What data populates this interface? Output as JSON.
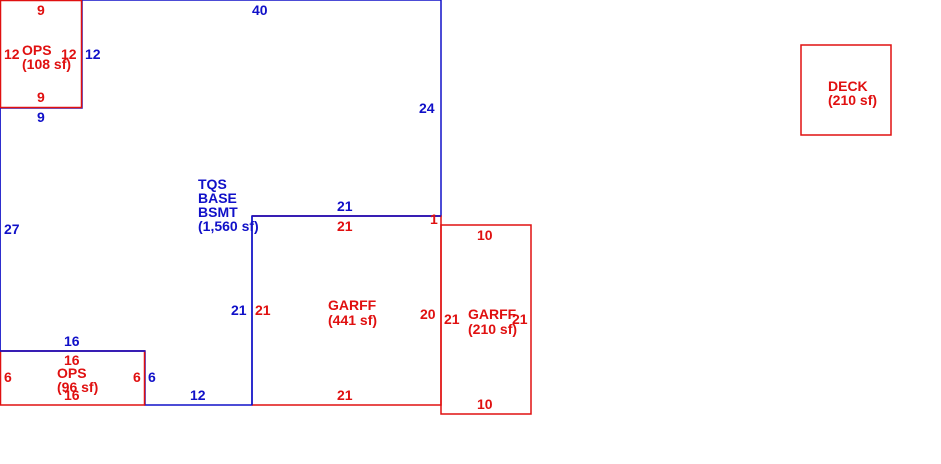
{
  "colors": {
    "main_outline": "#1010c8",
    "addition_outline": "#e01010"
  },
  "areas": {
    "tqs_base": {
      "line1": "TQS",
      "line2": "BASE",
      "line3": "BSMT",
      "area": "(1,560 sf)",
      "dims": {
        "top": "40",
        "right_upper": "24",
        "left": "27",
        "bottom_mid": "12"
      }
    },
    "ops_top": {
      "name": "OPS",
      "area": "(108 sf)",
      "dims": {
        "top": "9",
        "left": "12",
        "right_inner": "12",
        "right_outer": "12",
        "bottom_inner": "9",
        "bottom_outer": "9"
      }
    },
    "ops_bottom": {
      "name": "OPS",
      "area": "(96 sf)",
      "dims": {
        "top_outer": "16",
        "top_inner": "16",
        "left": "6",
        "right_inner": "6",
        "right_outer": "6",
        "bottom": "16"
      }
    },
    "garff_main": {
      "name": "GARFF",
      "area": "(441 sf)",
      "dims": {
        "top_outer": "21",
        "top_inner": "21",
        "left_outer": "21",
        "left_inner": "21",
        "right": "20",
        "bottom": "21",
        "corner": "1"
      }
    },
    "garff_side": {
      "name": "GARFF",
      "area": "(210 sf)",
      "dims": {
        "top": "10",
        "left": "21",
        "right": "21",
        "bottom": "10"
      }
    },
    "deck": {
      "name": "DECK",
      "area": "(210 sf)"
    }
  }
}
